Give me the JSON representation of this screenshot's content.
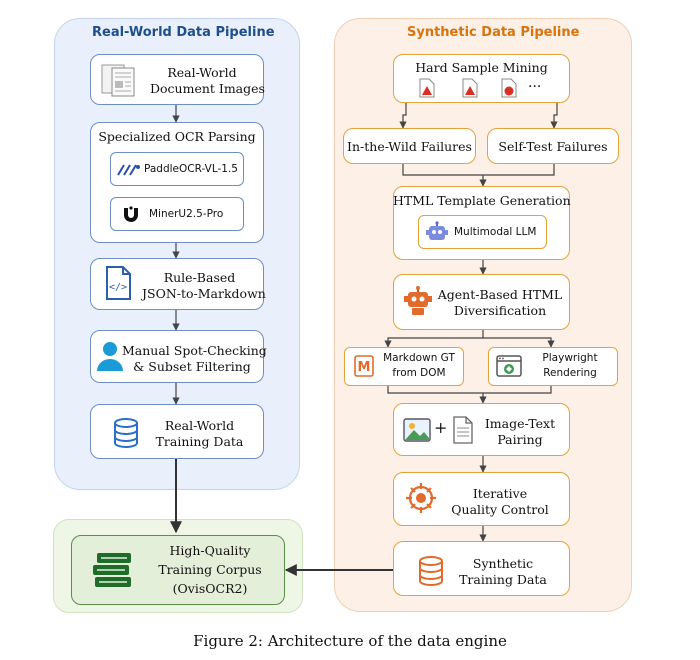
{
  "real_world": {
    "title": "Real-World Data Pipeline",
    "document_images": [
      "Real-World",
      "Document Images"
    ],
    "ocr_parsing": "Specialized OCR Parsing",
    "paddleocr": "PaddleOCR-VL-1.5",
    "mineru": "MinerU2.5-Pro",
    "json_to_markdown": [
      "Rule-Based",
      "JSON-to-Markdown"
    ],
    "spot_checking": [
      "Manual Spot-Checking",
      "& Subset Filtering"
    ],
    "training_data": [
      "Real-World",
      "Training Data"
    ]
  },
  "synthetic": {
    "title": "Synthetic Data Pipeline",
    "hard_sample_mining": "Hard Sample Mining",
    "ellipsis": "···",
    "in_the_wild": "In-the-Wild Failures",
    "self_test": "Self-Test Failures",
    "template_generation": "HTML Template Generation",
    "multimodal_llm": "Multimodal LLM",
    "agent_diversification": [
      "Agent-Based HTML",
      "Diversification"
    ],
    "markdown_gt": [
      "Markdown GT",
      "from DOM"
    ],
    "playwright": [
      "Playwright",
      "Rendering"
    ],
    "plus": "+",
    "image_text_pairing": [
      "Image-Text",
      "Pairing"
    ],
    "quality_control": [
      "Iterative",
      "Quality Control"
    ],
    "training_data": [
      "Synthetic",
      "Training Data"
    ]
  },
  "corpus": [
    "High-Quality",
    "Training Corpus",
    "(OvisOCR2)"
  ],
  "caption": "Figure 2: Architecture of the data engine"
}
